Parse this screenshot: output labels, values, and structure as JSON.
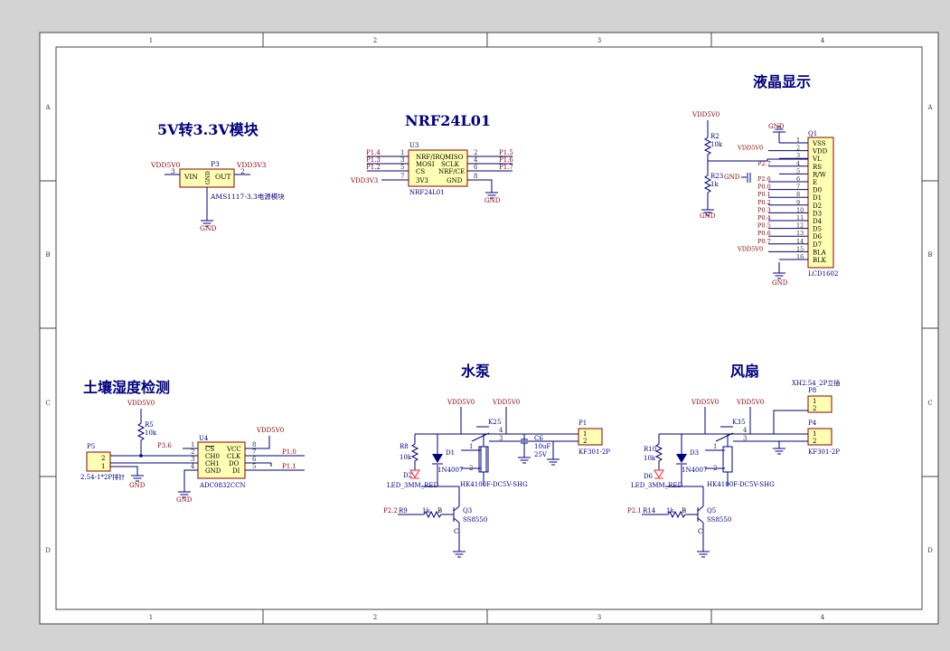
{
  "colors": {
    "background": "#d3d3d3",
    "sheet": "#ffffff",
    "border": "#444444",
    "wire": "#00007f",
    "net_label": "#8b0000",
    "component_fill": "#ffffb3",
    "component_stroke": "#8b0000",
    "designator": "#00007f",
    "title": "#000080",
    "led": "#ff2020"
  },
  "frame": {
    "columns": [
      "1",
      "2",
      "3",
      "4"
    ],
    "rows": [
      "A",
      "B",
      "C",
      "D"
    ]
  },
  "sections": {
    "reg": "5V转3.3V模块",
    "nrf": "NRF24L01",
    "lcd": "液晶显示",
    "soil": "土壤湿度检测",
    "pump": "水泵",
    "fan": "风扇"
  },
  "reg": {
    "ref": "P3",
    "vin_net": "VDD5V0",
    "vout_net": "VDD3V3",
    "gnd_net": "GND",
    "pin_vin": "VIN",
    "pin_gnd": "GND",
    "pin_out": "OUT",
    "pin_num_vin": "3",
    "pin_num_out": "2",
    "comment": "AMS1117-3.3电源模块"
  },
  "nrf": {
    "ref": "U3",
    "comment": "NRF24L01",
    "gnd_net": "GND",
    "left_pins": [
      {
        "net": "P1.4",
        "num": "1",
        "name": "NRF/IRQ"
      },
      {
        "net": "P1.3",
        "num": "3",
        "name": "MOSI"
      },
      {
        "net": "P1.2",
        "num": "5",
        "name": "CS"
      },
      {
        "net": "VDD3V3",
        "num": "7",
        "name": "3V3"
      }
    ],
    "right_pins": [
      {
        "net": "P1.5",
        "num": "2",
        "name": "MISO"
      },
      {
        "net": "P1.6",
        "num": "4",
        "name": "SCLK"
      },
      {
        "net": "P1.7",
        "num": "6",
        "name": "NRF/CE"
      },
      {
        "net": "",
        "num": "8",
        "name": "GND"
      }
    ]
  },
  "lcd": {
    "ref": "Q1",
    "comment": "LCD1602",
    "r2_ref": "R2",
    "r2_val": "10k",
    "r23_ref": "R23",
    "r23_val": "1k",
    "vdd_top": "VDD5V0",
    "gnd_bottom": "GND",
    "gnd_top": "GND",
    "gnd_cap": "GND",
    "gnd_lcd": "GND",
    "pins": [
      {
        "num": "1",
        "name": "VSS",
        "net": ""
      },
      {
        "num": "2",
        "name": "VDD",
        "net": "VDD5V0"
      },
      {
        "num": "3",
        "name": "VL",
        "net": ""
      },
      {
        "num": "4",
        "name": "RS",
        "net": "P2.7"
      },
      {
        "num": "5",
        "name": "R/W",
        "net": ""
      },
      {
        "num": "6",
        "name": "E",
        "net": "P2.6"
      },
      {
        "num": "7",
        "name": "D0",
        "net": "P0.0"
      },
      {
        "num": "8",
        "name": "D1",
        "net": "P0.1"
      },
      {
        "num": "9",
        "name": "D2",
        "net": "P0.2"
      },
      {
        "num": "10",
        "name": "D3",
        "net": "P0.3"
      },
      {
        "num": "11",
        "name": "D4",
        "net": "P0.4"
      },
      {
        "num": "12",
        "name": "D5",
        "net": "P0.5"
      },
      {
        "num": "13",
        "name": "D6",
        "net": "P0.6"
      },
      {
        "num": "14",
        "name": "D7",
        "net": "P0.7"
      },
      {
        "num": "15",
        "name": "BLA",
        "net": "VDD5V0"
      },
      {
        "num": "16",
        "name": "BLK",
        "net": ""
      }
    ]
  },
  "soil": {
    "vdd": "VDD5V0",
    "r5_ref": "R5",
    "r5_val": "10k",
    "net_p36": "P3.6",
    "p5_ref": "P5",
    "p5_comment": "2.54-1*2P排针",
    "p5_pin2": "2",
    "p5_pin1": "1",
    "gnd1": "GND",
    "gnd2": "GND",
    "u4_ref": "U4",
    "u4_comment": "ADC0832CCN",
    "u4_vdd": "VDD5V0",
    "u4_left": [
      {
        "num": "1",
        "name": "CS"
      },
      {
        "num": "2",
        "name": "CH0"
      },
      {
        "num": "3",
        "name": "CH1"
      },
      {
        "num": "4",
        "name": "GND"
      }
    ],
    "u4_right": [
      {
        "num": "8",
        "name": "VCC",
        "net": ""
      },
      {
        "num": "7",
        "name": "CLK",
        "net": "P1.0"
      },
      {
        "num": "6",
        "name": "DO",
        "net": ""
      },
      {
        "num": "5",
        "name": "DI",
        "net": "P1.1"
      }
    ]
  },
  "pump": {
    "vdd1": "VDD5V0",
    "vdd2": "VDD5V0",
    "r8_ref": "R8",
    "r8_val": "10k",
    "d1_ref": "D1",
    "d1_val": "1N4007",
    "d2_ref": "D2",
    "d2_val": "LED_3MM_RED",
    "k_ref": "K2",
    "k_label": "5",
    "k_pin4": "4",
    "k_pin3": "3",
    "k_pin2": "2",
    "k_pin1": "1",
    "k_comment": "HK4100F-DC5V-SHG",
    "c6_ref": "C6",
    "c6_val": "10uF",
    "c6_v": "25V",
    "p1_ref": "P1",
    "p1_comment": "KF301-2P",
    "p1_pin1": "1",
    "p1_pin2": "2",
    "r9_ref": "R9",
    "r9_val": "1k",
    "net": "P2.2",
    "b": "B",
    "q3_ref": "Q3",
    "q3_val": "SS8550",
    "q3_c": "C",
    "gnd": "GND"
  },
  "fan": {
    "vdd1": "VDD5V0",
    "vdd2": "VDD5V0",
    "r10_ref": "R10",
    "r10_val": "10k",
    "d3_ref": "D3",
    "d3_val": "1N4007",
    "d6_ref": "D6",
    "d6_val": "LED_3MM_RED",
    "k_ref": "K3",
    "k_label": "5",
    "k_pin4": "4",
    "k_pin3": "3",
    "k_pin2": "2",
    "k_pin1": "1",
    "k_comment": "HK4100F-DC5V-SHG",
    "p8_ref": "P8",
    "p8_comment": "XH2.54_2P立插",
    "p8_pin1": "1",
    "p8_pin2": "2",
    "p4_ref": "P4",
    "p4_comment": "KF301-2P",
    "p4_pin1": "1",
    "p4_pin2": "2",
    "r14_ref": "R14",
    "r14_val": "1k",
    "net": "P2.1",
    "b": "B",
    "q5_ref": "Q5",
    "q5_val": "SS8550",
    "q5_c": "C",
    "gnd": "GND"
  }
}
